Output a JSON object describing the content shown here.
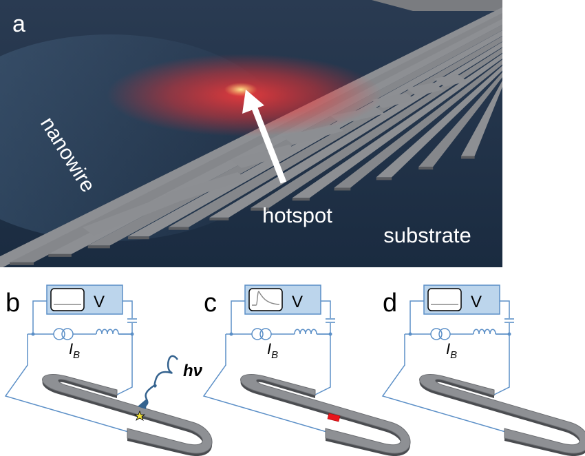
{
  "panel_a": {
    "letter": "a",
    "labels": {
      "nanowire": "nanowire",
      "hotspot": "hotspot",
      "substrate": "substrate"
    },
    "colors": {
      "background": "#1f3147",
      "wire": "#8a8c90",
      "hotspot": "#ff4040"
    }
  },
  "panels": [
    {
      "letter": "b",
      "meter": "V",
      "bias_symbol": "I",
      "bias_subscript": "B",
      "photon_label": "hν",
      "trace": "flat"
    },
    {
      "letter": "c",
      "meter": "V",
      "bias_symbol": "I",
      "bias_subscript": "B",
      "trace": "pulse"
    },
    {
      "letter": "d",
      "meter": "V",
      "bias_symbol": "I",
      "bias_subscript": "B",
      "trace": "flat"
    }
  ],
  "colors": {
    "circuit": "#5b8fc7",
    "meter_fill": "#bcd5ec",
    "hotspot_red": "#e8161c"
  }
}
